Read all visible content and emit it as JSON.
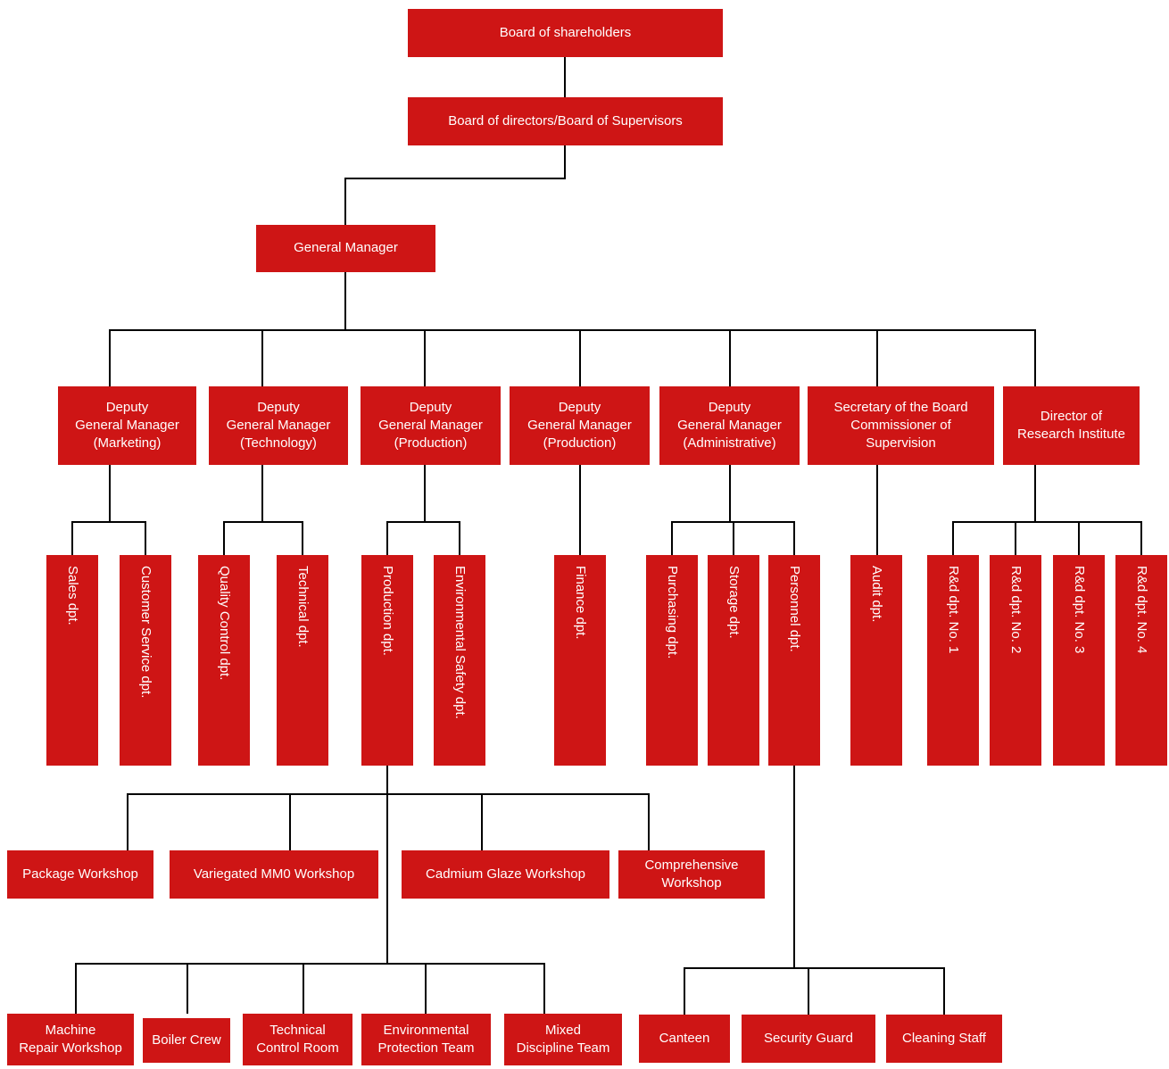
{
  "colors": {
    "box_fill": "#ce1515",
    "box_text": "#ffffff",
    "connector": "#000000",
    "background": "#ffffff"
  },
  "root": {
    "label": "Board of shareholders"
  },
  "board": {
    "label": "Board of directors/Board of Supervisors"
  },
  "general_manager": {
    "label": "General Manager"
  },
  "branches": [
    {
      "label": "Deputy\nGeneral Manager\n(Marketing)",
      "departments": [
        {
          "label": "Sales dpt."
        },
        {
          "label": "Customer Service dpt."
        }
      ]
    },
    {
      "label": "Deputy\nGeneral Manager\n(Technology)",
      "departments": [
        {
          "label": "Quality Control dpt."
        },
        {
          "label": "Technical dpt."
        }
      ]
    },
    {
      "label": "Deputy\nGeneral Manager\n(Production)",
      "departments": [
        {
          "label": "Production dpt.",
          "workshops": [
            "Package Workshop",
            "Variegated MM0 Workshop",
            "Cadmium Glaze Workshop",
            "Comprehensive\nWorkshop"
          ],
          "teams": [
            "Machine\nRepair Workshop",
            "Boiler Crew",
            "Technical\nControl Room",
            "Environmental\nProtection Team",
            "Mixed\nDiscipline Team"
          ]
        },
        {
          "label": "Environmental Safety dpt."
        }
      ]
    },
    {
      "label": "Deputy\nGeneral Manager\n(Production)",
      "departments": [
        {
          "label": "Finance dpt."
        }
      ]
    },
    {
      "label": "Deputy\nGeneral Manager\n(Administrative)",
      "departments": [
        {
          "label": "Purchasing dpt."
        },
        {
          "label": "Storage dpt."
        },
        {
          "label": "Personnel dpt.",
          "staff": [
            "Canteen",
            "Security Guard",
            "Cleaning Staff"
          ]
        }
      ]
    },
    {
      "label": "Secretary of the Board\nCommissioner of\nSupervision",
      "departments": [
        {
          "label": "Audit dpt."
        }
      ]
    },
    {
      "label": "Director of\nResearch Institute",
      "departments": [
        {
          "label": "R&d dpt. No. 1"
        },
        {
          "label": "R&d dpt. No. 2"
        },
        {
          "label": "R&d dpt. No. 3"
        },
        {
          "label": "R&d dpt. No. 4"
        }
      ]
    }
  ]
}
